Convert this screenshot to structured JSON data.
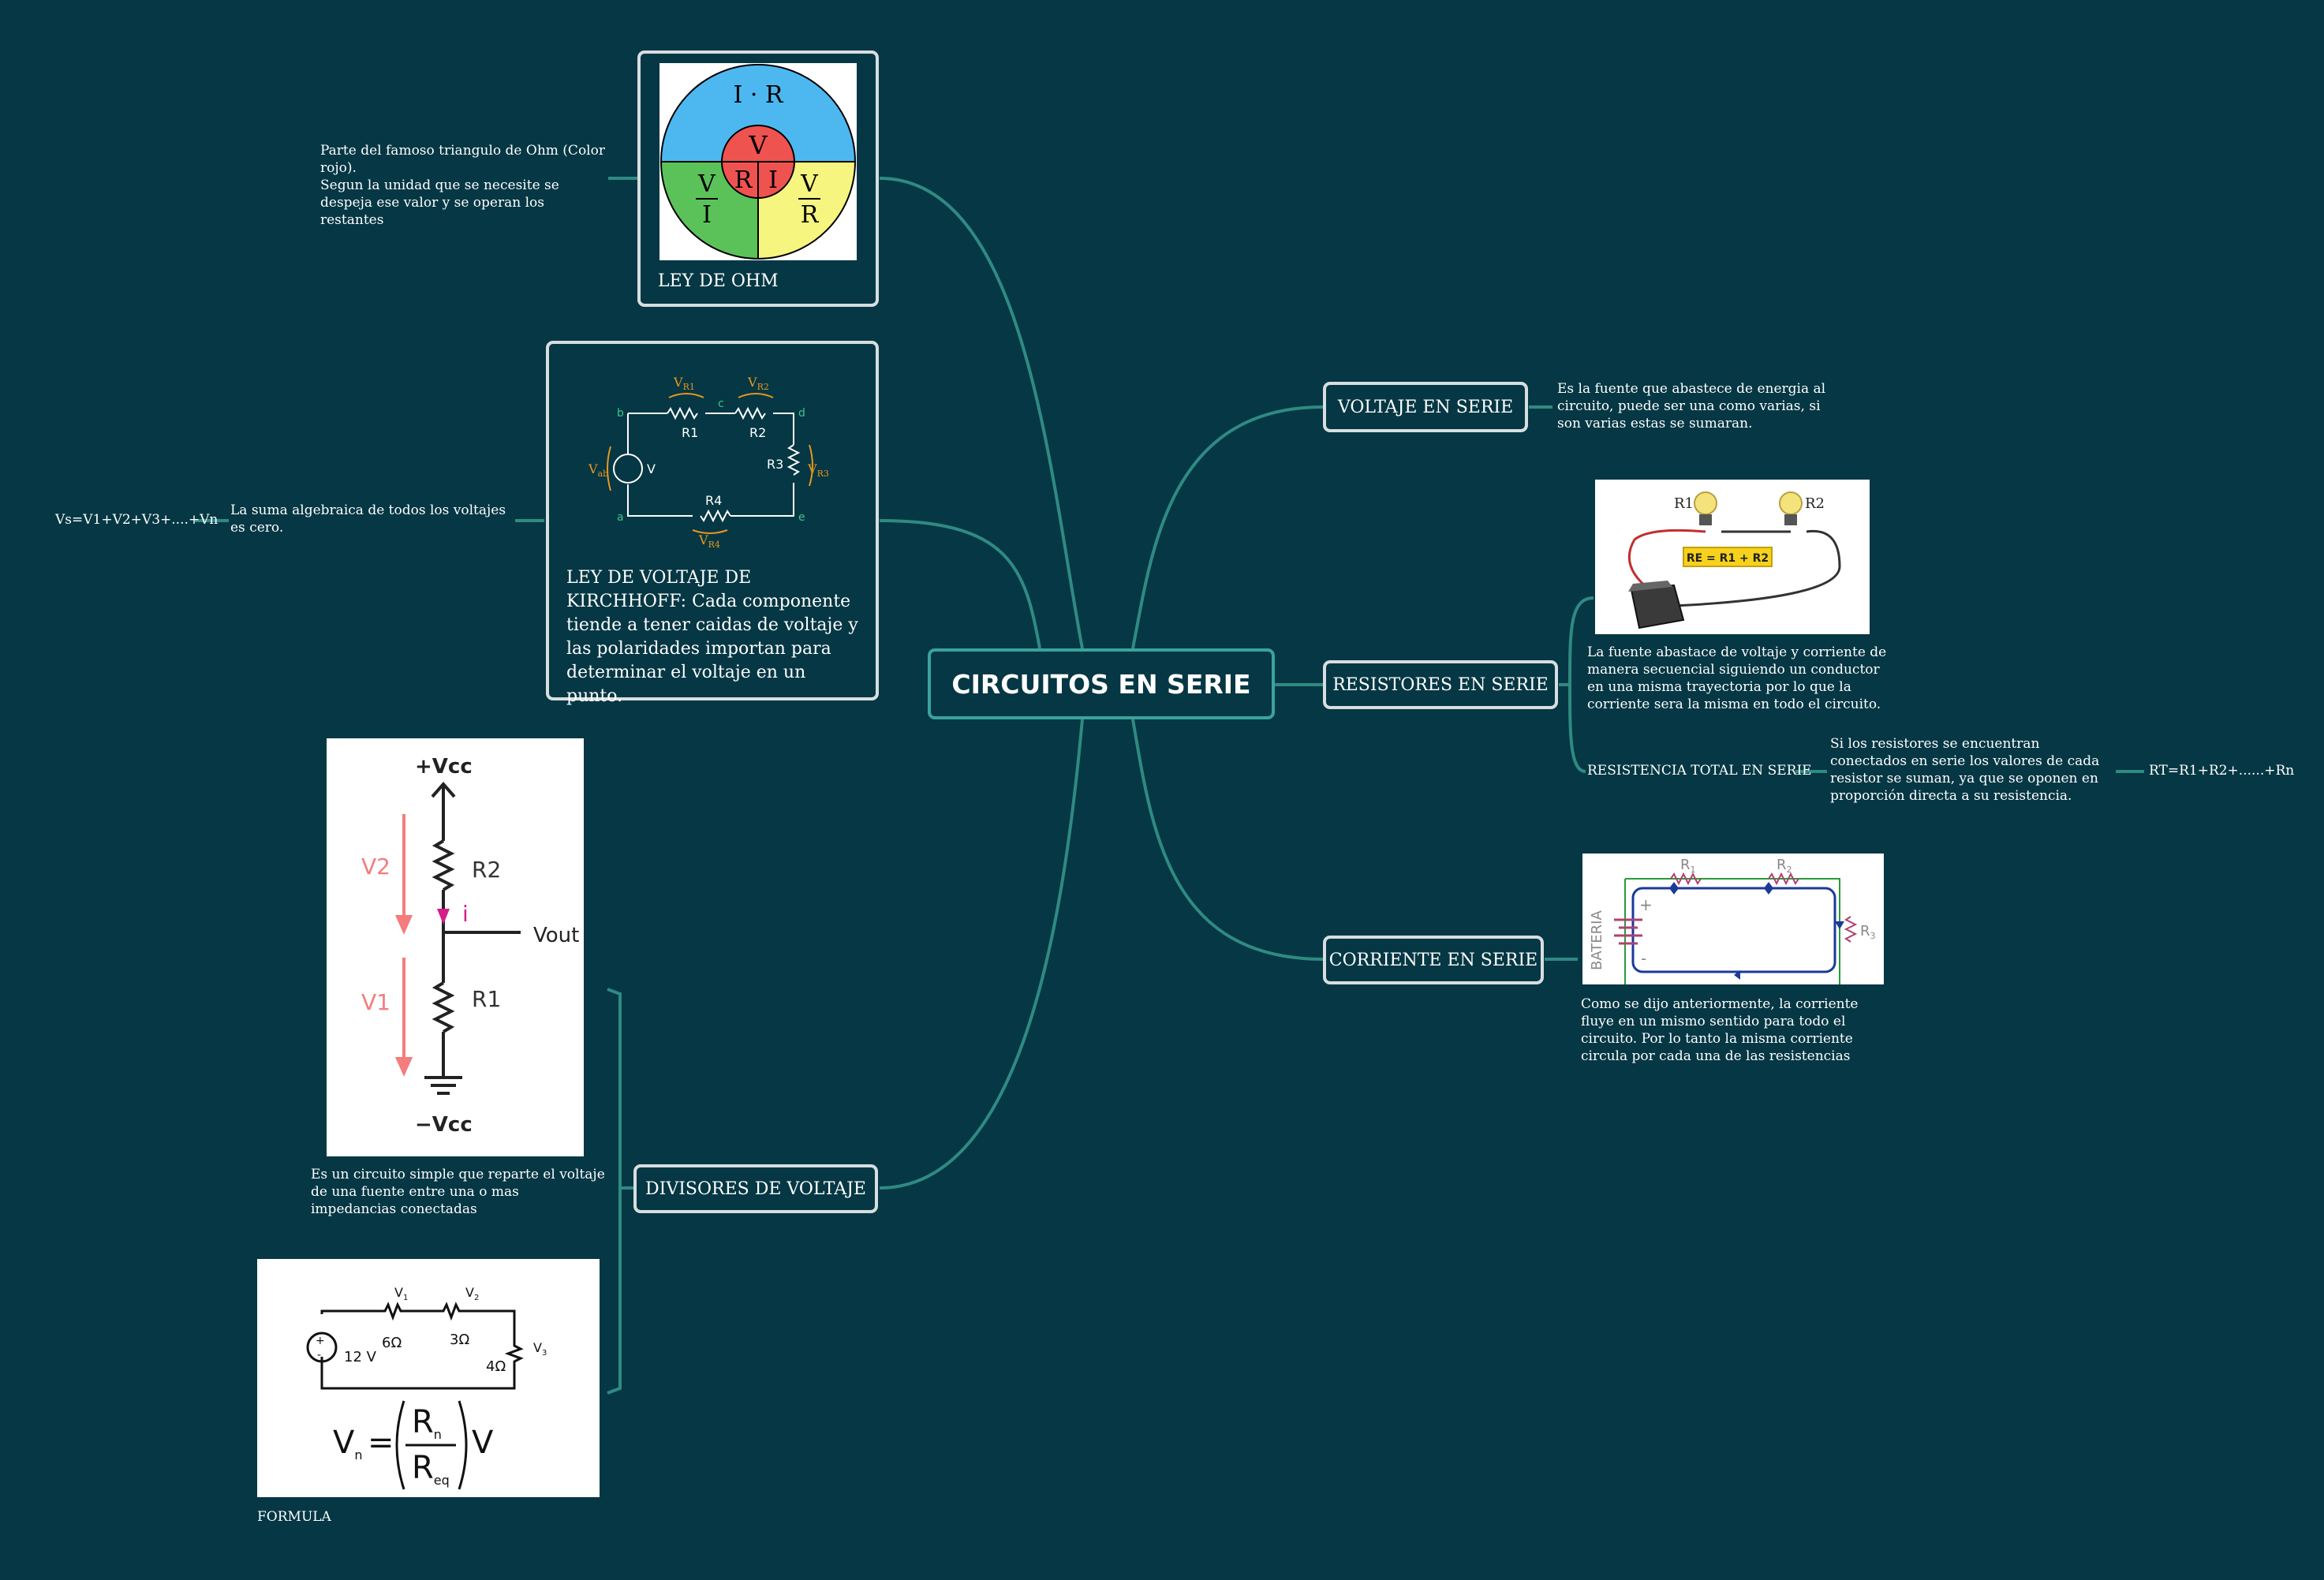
{
  "central": {
    "label": "CIRCUITOS EN SERIE"
  },
  "colors": {
    "background": "#053744",
    "branch": "#2f8a82",
    "border": "#d7dee0",
    "central_border": "#3aa39a"
  },
  "ohm": {
    "card_label": "LEY DE OHM",
    "note": "Parte del famoso triangulo de Ohm (Color rojo).\nSegun la unidad que se necesite se despeja ese valor y se operan los restantes",
    "wheel": {
      "top": "I · R",
      "center_v": "V",
      "center_r": "R",
      "center_i": "I",
      "left_num": "V",
      "left_den": "I",
      "right_num": "V",
      "right_den": "R"
    }
  },
  "kirchhoff": {
    "card_text": "LEY DE VOLTAJE DE KIRCHHOFF: Cada componente tiende a tener caidas de voltaje y las polaridades importan para determinar el voltaje en un punto.",
    "note": "La suma algebraica de todos los voltajes es cero.",
    "formula": "Vs=V1+V2+V3+....+Vn",
    "diagram": {
      "r1": "R1",
      "r2": "R2",
      "r3": "R3",
      "r4": "R4",
      "vr1": "V",
      "vr1_sub": "R1",
      "vr2": "V",
      "vr2_sub": "R2",
      "vr3": "V",
      "vr3_sub": "R3",
      "vr4": "V",
      "vr4_sub": "R4",
      "vab": "V",
      "vab_sub": "ab",
      "source": "V",
      "node_a": "a",
      "node_b": "b",
      "node_c": "c",
      "node_d": "d",
      "node_e": "e"
    }
  },
  "divisores": {
    "label": "DIVISORES DE VOLTAJE",
    "note": "Es un circuito simple que reparte el voltaje de una fuente entre una o mas impedancias conectadas",
    "formula_label": "FORMULA",
    "diagram": {
      "vcc_pos": "+Vcc",
      "vcc_neg": "−Vcc",
      "v2": "V2",
      "v1": "V1",
      "r2": "R2",
      "r1": "R1",
      "i": "i",
      "vout": "Vout"
    },
    "formula": {
      "v1": "V",
      "v1_sub": "1",
      "v2": "V",
      "v2_sub": "2",
      "v3": "V",
      "v3_sub": "3",
      "r1": "6Ω",
      "r2": "3Ω",
      "r3": "4Ω",
      "src": "12 V",
      "vn": "V",
      "vn_sub": "n",
      "rn": "R",
      "rn_sub": "n",
      "req": "R",
      "req_sub": "eq",
      "v": "V"
    }
  },
  "voltaje": {
    "label": "VOLTAJE EN SERIE",
    "note": "Es la fuente que abastece de energia al circuito, puede ser una como varias, si son varias  estas se sumaran."
  },
  "resistores": {
    "label": "RESISTORES EN SERIE",
    "note": "La fuente abastace de voltaje y corriente de manera secuencial siguiendo un conductor en una misma trayectoria por lo que la corriente sera la misma en todo el circuito.",
    "image": {
      "r1": "R1",
      "r2": "R2",
      "eq": "RE = R1 + R2"
    },
    "total": {
      "label": "RESISTENCIA TOTAL EN SERIE",
      "note": "Si los resistores se encuentran conectados en serie los valores de cada resistor se suman, ya que se oponen en proporción directa a su resistencia.",
      "formula": "RT=R1+R2+......+Rn"
    }
  },
  "corriente": {
    "label": "CORRIENTE EN SERIE",
    "note": "Como se dijo anteriormente, la corriente fluye en un mismo sentido para todo el circuito. Por lo tanto la misma corriente circula por cada una de las resistencias",
    "image": {
      "battery": "BATERIA",
      "r1": "R",
      "r1_sub": "1",
      "r2": "R",
      "r2_sub": "2",
      "r3": "R",
      "r3_sub": "3",
      "plus": "+",
      "minus": "-"
    }
  }
}
